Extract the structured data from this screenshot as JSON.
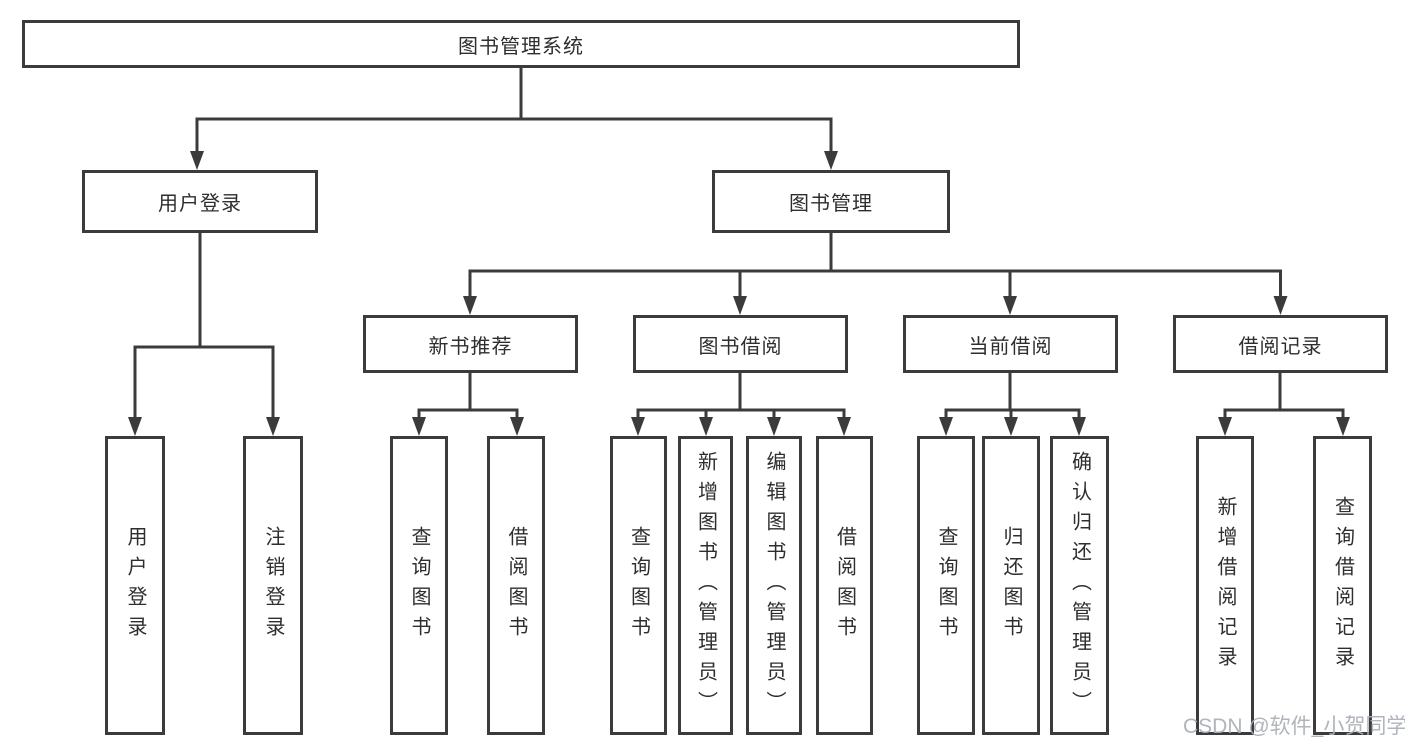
{
  "root": {
    "label": "图书管理系统"
  },
  "level2": [
    {
      "label": "用户登录"
    },
    {
      "label": "图书管理"
    }
  ],
  "level3": [
    {
      "label": "新书推荐"
    },
    {
      "label": "图书借阅"
    },
    {
      "label": "当前借阅"
    },
    {
      "label": "借阅记录"
    }
  ],
  "leaves": {
    "user_login": [
      {
        "label": "用户登录"
      },
      {
        "label": "注销登录"
      }
    ],
    "new_book": [
      {
        "label": "查询图书"
      },
      {
        "label": "借阅图书"
      }
    ],
    "book_borrow": [
      {
        "label": "查询图书"
      },
      {
        "label": "新增图书（管理员）"
      },
      {
        "label": "编辑图书（管理员）"
      },
      {
        "label": "借阅图书"
      }
    ],
    "current_borrow": [
      {
        "label": "查询图书"
      },
      {
        "label": "归还图书"
      },
      {
        "label": "确认归还（管理员）"
      }
    ],
    "borrow_record": [
      {
        "label": "新增借阅记录"
      },
      {
        "label": "查询借阅记录"
      }
    ]
  },
  "watermark": "CSDN @软件_小贺同学",
  "colors": {
    "line": "#3b3b3b",
    "text": "#2e2e2e",
    "watermark": "#abb1b8",
    "background": "#ffffff"
  }
}
